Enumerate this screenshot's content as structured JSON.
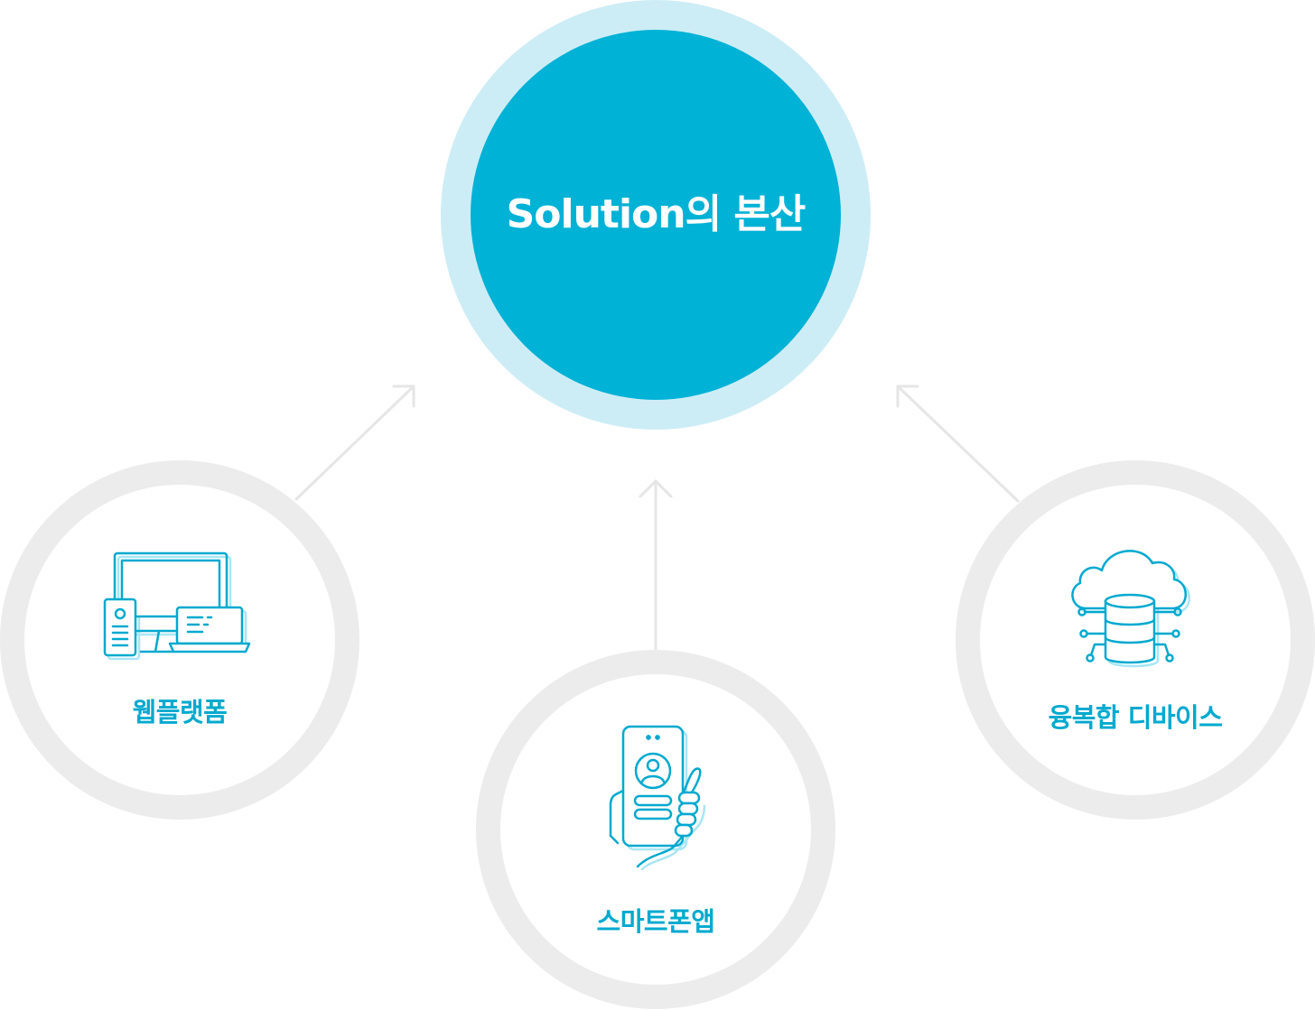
{
  "hub": {
    "title": "Solution의 본산"
  },
  "nodes": [
    {
      "label": "웹플랫폼",
      "icon": "devices-icon"
    },
    {
      "label": "스마트폰앱",
      "icon": "smartphone-hand-icon"
    },
    {
      "label": "융복합 디바이스",
      "icon": "cloud-database-icon"
    }
  ],
  "colors": {
    "accent": "#00b2d5",
    "hub_halo": "#cdedf6",
    "label": "#00a9cf",
    "ring": "#ececec",
    "arrow": "#e6e6e6",
    "icon_shadow": "#a8e6f4"
  }
}
